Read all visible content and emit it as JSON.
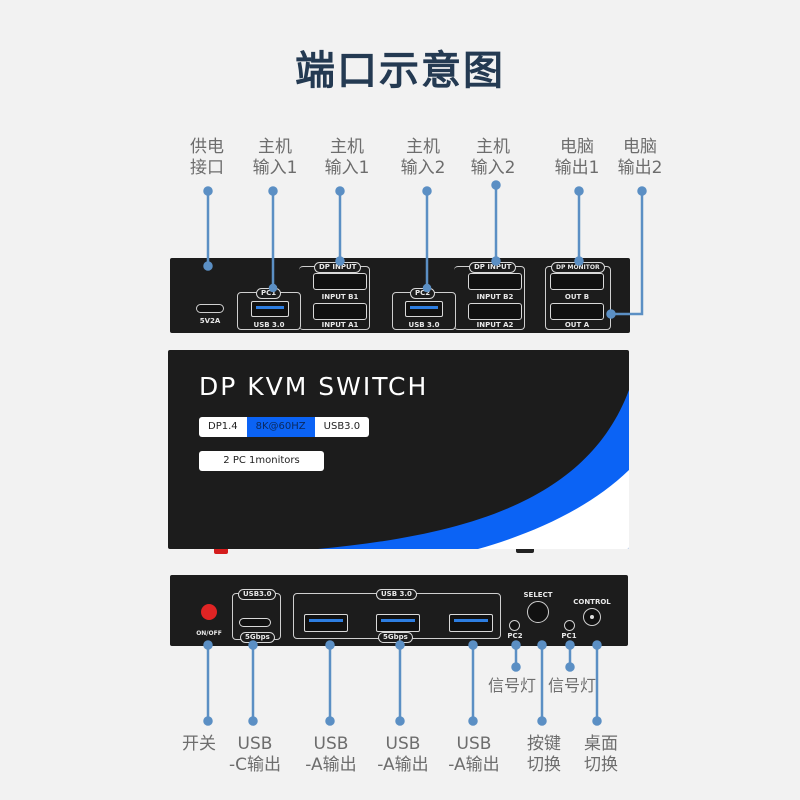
{
  "title": "端口示意图",
  "colors": {
    "accent_line": "#5b8fc4",
    "title": "#243a52",
    "panel": "#1c1c1c",
    "brand_blue": "#0b63f5",
    "power_button": "#e02424"
  },
  "rear_panel": {
    "callouts": [
      {
        "id": "power-port",
        "label": "供电\n接口"
      },
      {
        "id": "host-input-1-usb",
        "label": "主机\n输入1"
      },
      {
        "id": "host-input-1-dp",
        "label": "主机\n输入1"
      },
      {
        "id": "host-input-2-usb",
        "label": "主机\n输入2"
      },
      {
        "id": "host-input-2-dp",
        "label": "主机\n输入2"
      },
      {
        "id": "pc-output-1",
        "label": "电脑\n输出1"
      },
      {
        "id": "pc-output-2",
        "label": "电脑\n输出2"
      }
    ],
    "ports": {
      "power": "5V2A",
      "pc1": "PC1",
      "pc2": "PC2",
      "usb30": "USB 3.0",
      "dp_input": "DP INPUT",
      "dp_monitor": "DP MONITOR",
      "input_b1": "INPUT B1",
      "input_a1": "INPUT A1",
      "input_b2": "INPUT B2",
      "input_a2": "INPUT A2",
      "out_b": "OUT B",
      "out_a": "OUT A"
    }
  },
  "front_view": {
    "product_name": "DP KVM SWITCH",
    "spec_tags": [
      "DP1.4",
      "8K@60HZ",
      "USB3.0"
    ],
    "config_tag": "2 PC 1monitors"
  },
  "front_panel": {
    "ports": {
      "on_off": "ON/OFF",
      "usbc_top": "USB3.0",
      "usbc_bottom": "5Gbps",
      "usba_top": "USB 3.0",
      "usba_bottom": "5Gbps",
      "select": "SELECT",
      "control": "CONTROL",
      "pc2": "PC2",
      "pc1": "PC1"
    },
    "indicator_labels": [
      "信号灯",
      "信号灯"
    ],
    "callouts": [
      {
        "id": "power-switch",
        "label": "开关"
      },
      {
        "id": "usb-c-output",
        "label": "USB\n-C输出"
      },
      {
        "id": "usb-a-output-1",
        "label": "USB\n-A输出"
      },
      {
        "id": "usb-a-output-2",
        "label": "USB\n-A输出"
      },
      {
        "id": "usb-a-output-3",
        "label": "USB\n-A输出"
      },
      {
        "id": "key-switch",
        "label": "按键\n切换"
      },
      {
        "id": "desktop-switch",
        "label": "桌面\n切换"
      }
    ]
  }
}
